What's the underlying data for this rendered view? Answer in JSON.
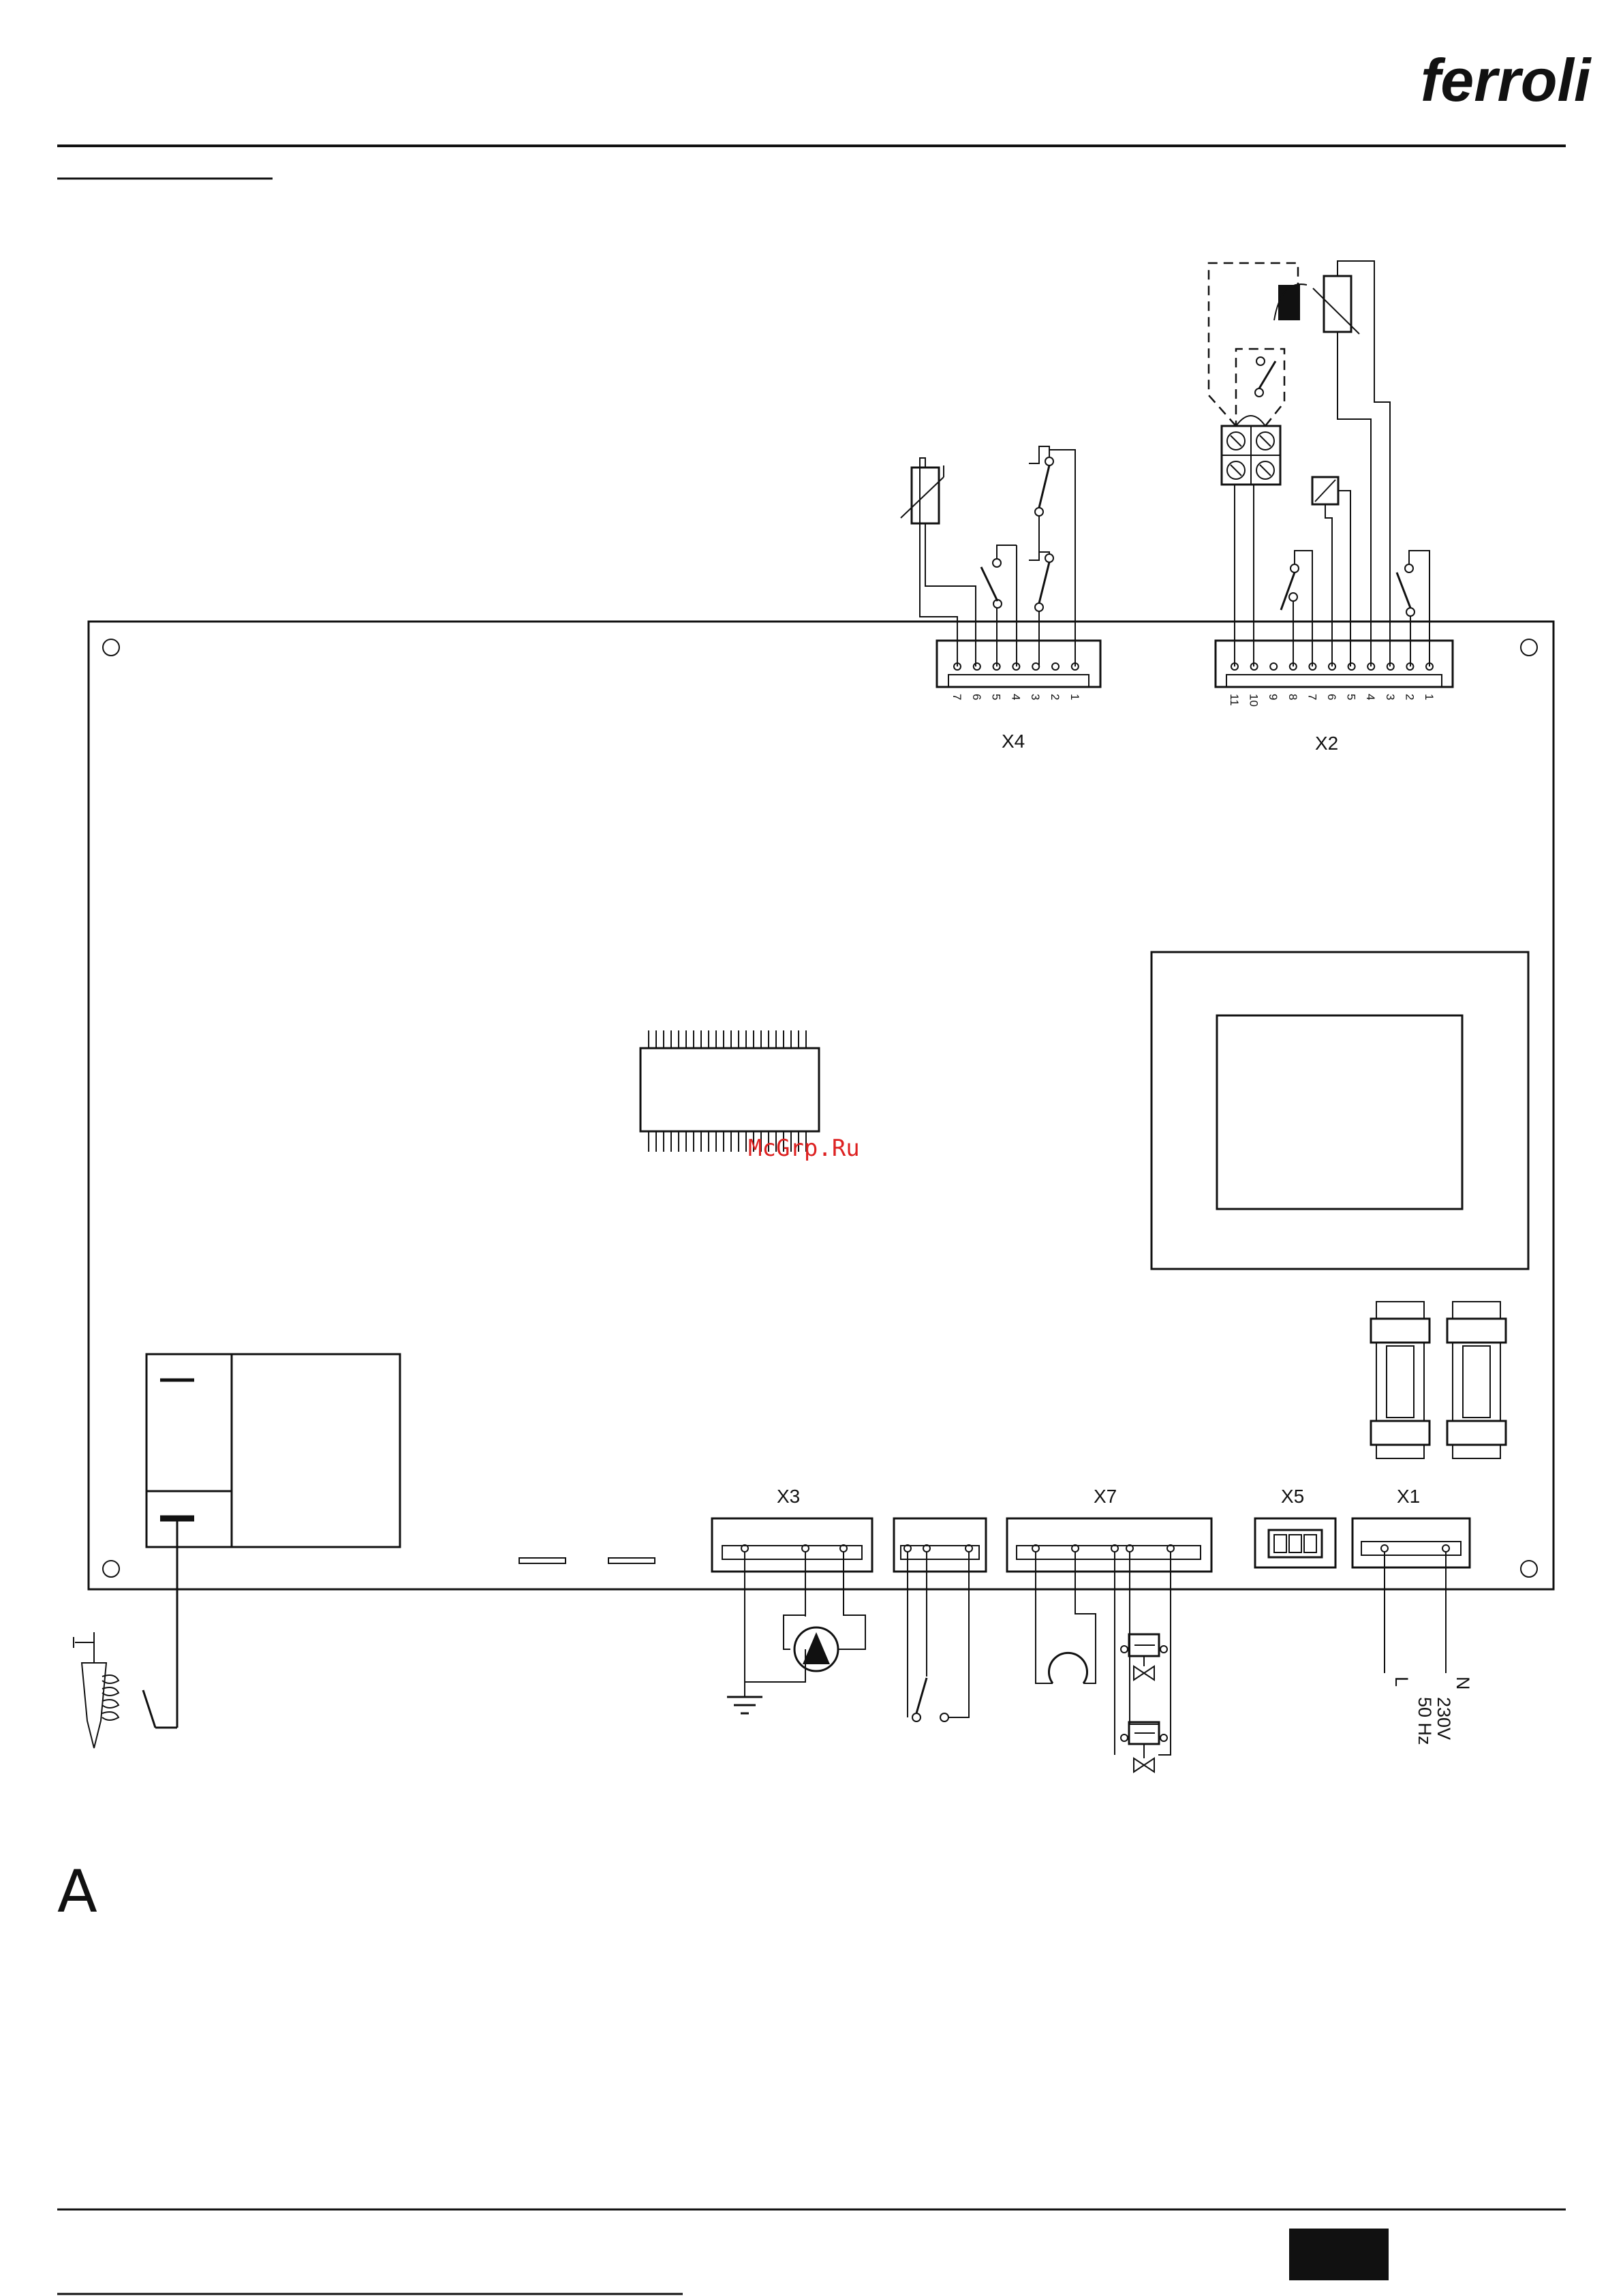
{
  "brand": {
    "logo_text": "ferroli"
  },
  "figure_label": "A",
  "watermark": "McGrp.Ru",
  "connectors": {
    "x1": "X1",
    "x2": "X2",
    "x3": "X3",
    "x4": "X4",
    "x5": "X5",
    "x7": "X7"
  },
  "x4_pins": [
    "7",
    "6",
    "5",
    "4",
    "3",
    "2",
    "1"
  ],
  "x2_pins": [
    "11",
    "10",
    "9",
    "8",
    "7",
    "6",
    "5",
    "4",
    "3",
    "2",
    "1"
  ],
  "mains": {
    "neutral": "N",
    "line": "L",
    "voltage": "230V",
    "frequency": "50 Hz"
  }
}
